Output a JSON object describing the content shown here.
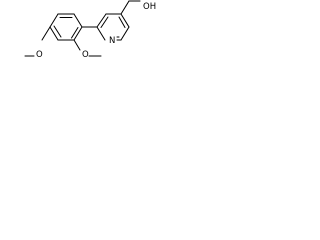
{
  "molecule": {
    "atom_labels": {
      "ring_nitrogen": "N",
      "ortho_methoxy_oxygen": "O",
      "para_methoxy_oxygen": "O",
      "hydroxyl": "OH"
    }
  }
}
